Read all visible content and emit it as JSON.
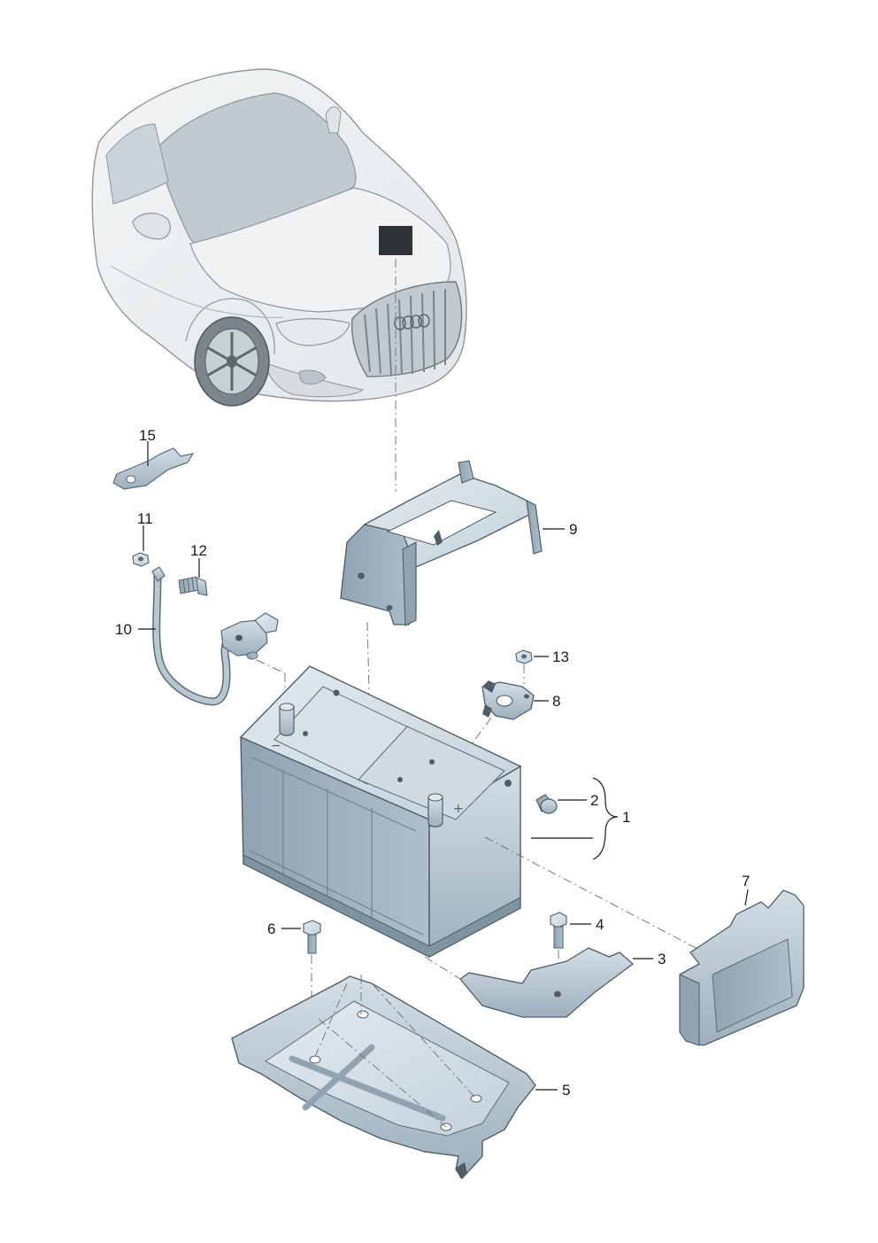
{
  "diagram": {
    "callouts": [
      {
        "id": "1",
        "label": "1"
      },
      {
        "id": "2",
        "label": "2"
      },
      {
        "id": "3",
        "label": "3"
      },
      {
        "id": "4",
        "label": "4"
      },
      {
        "id": "5",
        "label": "5"
      },
      {
        "id": "6",
        "label": "6"
      },
      {
        "id": "7",
        "label": "7"
      },
      {
        "id": "8",
        "label": "8"
      },
      {
        "id": "9",
        "label": "9"
      },
      {
        "id": "10",
        "label": "10"
      },
      {
        "id": "11",
        "label": "11"
      },
      {
        "id": "12",
        "label": "12"
      },
      {
        "id": "13",
        "label": "13"
      },
      {
        "id": "15",
        "label": "15"
      }
    ],
    "battery_terminal_marks": {
      "minus": "−",
      "plus": "+"
    }
  },
  "colors": {
    "part_fill": "#b7c8d3",
    "part_fill_dark": "#8fa3b1",
    "part_fill_light": "#d9e3ea",
    "car_outline": "#8e969c",
    "marker": "#2f3234"
  }
}
